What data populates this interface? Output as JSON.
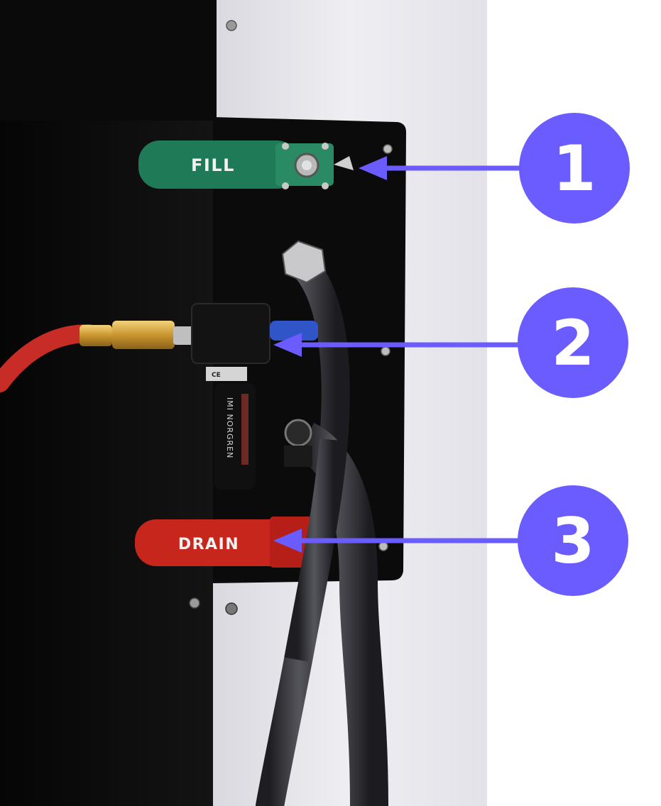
{
  "valves": {
    "fill": {
      "label": "FILL",
      "color": "#1e7a57"
    },
    "drain": {
      "label": "DRAIN",
      "color": "#c7261c"
    }
  },
  "filter_regulator": {
    "brand": "IMI NORGREN",
    "mark": "CE"
  },
  "callouts": [
    {
      "number": "1",
      "target": "fill-valve"
    },
    {
      "number": "2",
      "target": "air-filter-regulator-inlet"
    },
    {
      "number": "3",
      "target": "drain-valve"
    }
  ],
  "colors": {
    "callout": "#6a5cff",
    "arrow": "#6a5cff",
    "panel": "#0b0b0b",
    "wall": "#e9e9ee",
    "air_hose": "#c72d26",
    "water_hose": "#3a3a3e"
  }
}
